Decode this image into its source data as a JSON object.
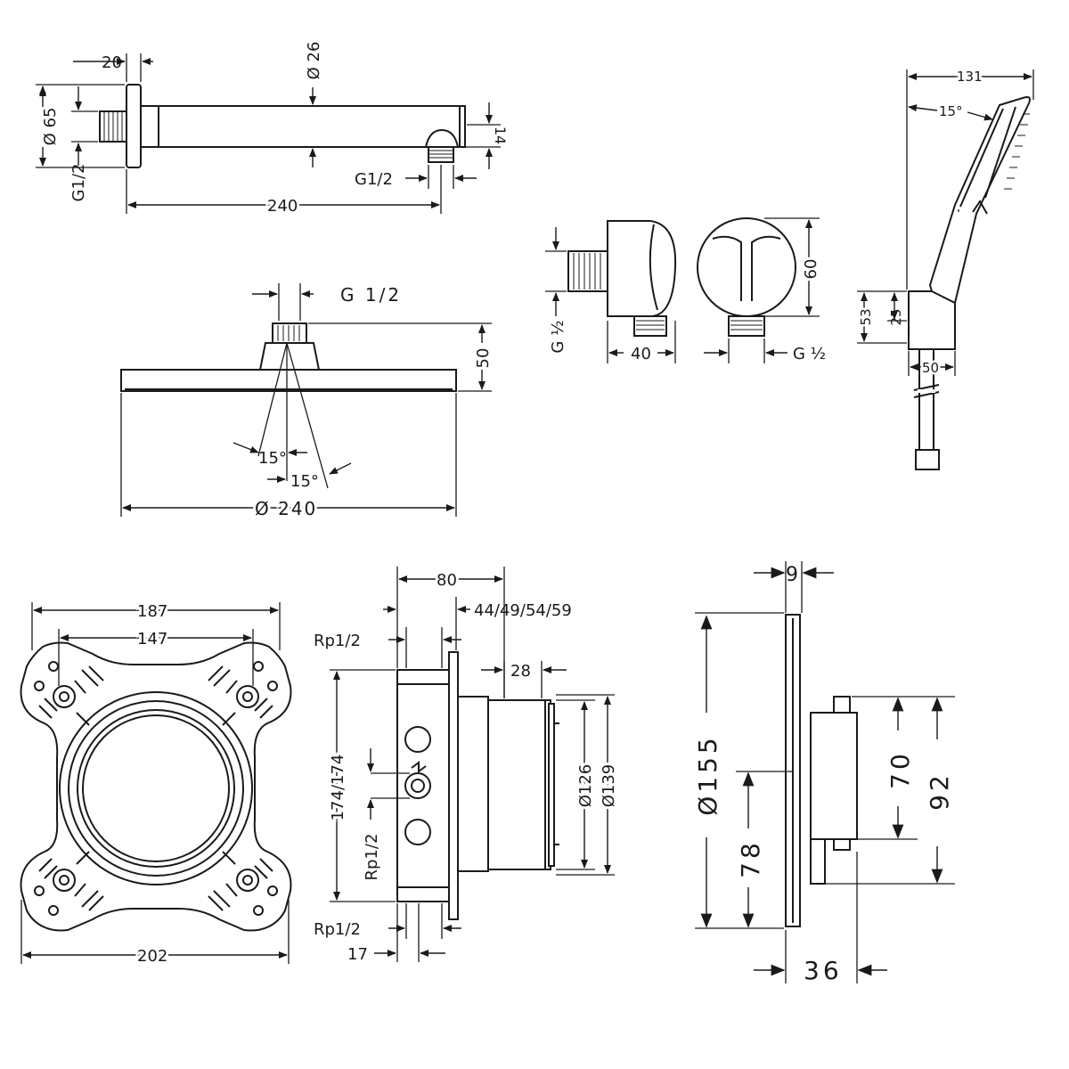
{
  "shower_arm": {
    "flange_width": "20",
    "tube_diameter": "Ø 26",
    "flange_diameter": "Ø 65",
    "inlet_thread": "G1/2",
    "outlet_thread": "G1/2",
    "outlet_height": "14",
    "length": "240"
  },
  "overhead_shower": {
    "connection_thread": "G 1/2",
    "height": "50",
    "tilt_angle_1": "15°",
    "tilt_angle_2": "15°",
    "diameter": "Ø  240"
  },
  "wall_outlet": {
    "thread_side": "G ½",
    "width": "40",
    "height": "60",
    "thread_front": "G ½"
  },
  "hand_shower": {
    "length": "131",
    "angle": "15°",
    "holder_height": "53",
    "holder_offset": "25",
    "holder_width": "50"
  },
  "mounting_plate": {
    "inner_width": "187",
    "hole_spacing": "147",
    "outer_width": "202"
  },
  "basic_set": {
    "depth": "80",
    "installation_depths": "44/49/54/59",
    "top_connection": "Rp1/2",
    "height": "174/174",
    "side_connection": "Rp1/2",
    "sleeve_length": "28",
    "inner_diameter": "Ø126",
    "outer_diameter": "Ø139",
    "bottom_connection": "Rp1/2",
    "bottom_offset": "17"
  },
  "trim": {
    "plate_thickness": "9",
    "diameter": "Ø155",
    "half_height": "78",
    "module_height": "70",
    "total_height": "92",
    "projection": "36"
  }
}
